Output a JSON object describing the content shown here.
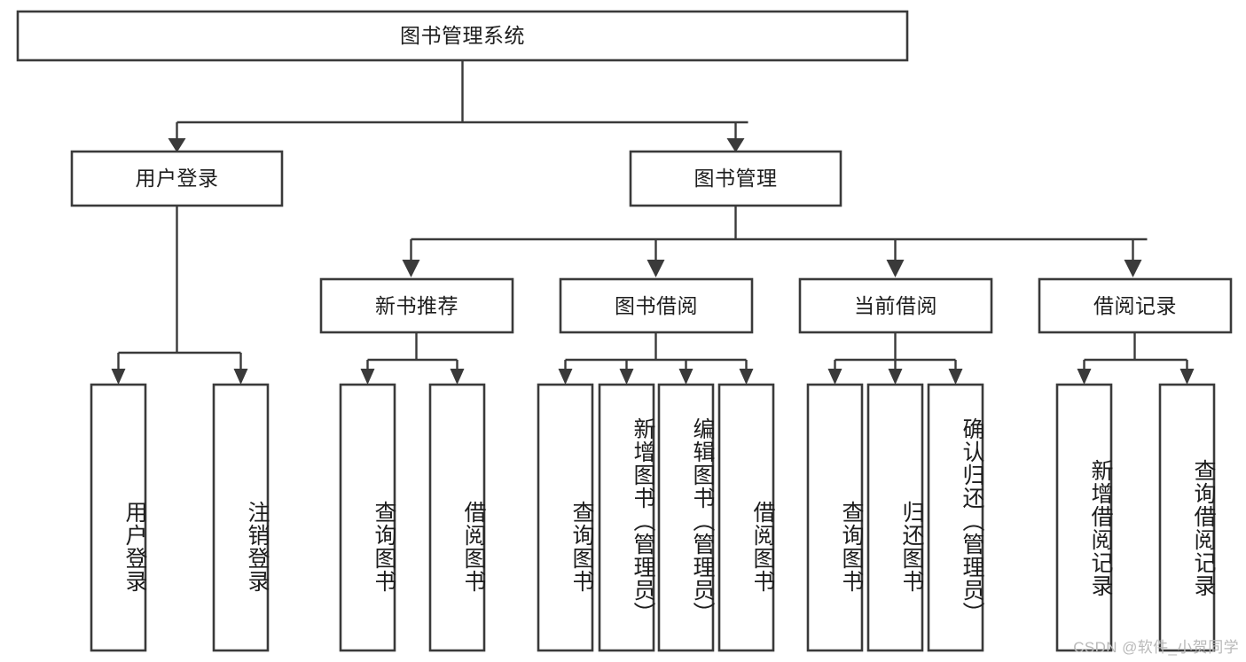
{
  "diagram": {
    "type": "tree",
    "title": "图书管理系统",
    "orientation": "top-down",
    "colors": {
      "box_fill": "#ffffff",
      "box_stroke": "#3a3a3a",
      "text": "#1d1d1d",
      "background": "#ffffff",
      "watermark": "#b9b9b9"
    },
    "levels": [
      {
        "level": 1,
        "nodes": [
          {
            "id": "root",
            "label": "图书管理系统",
            "orientation": "horizontal"
          }
        ]
      },
      {
        "level": 2,
        "nodes": [
          {
            "id": "user-login",
            "label": "用户登录",
            "orientation": "horizontal",
            "parent": "root"
          },
          {
            "id": "book-manage",
            "label": "图书管理",
            "orientation": "horizontal",
            "parent": "root"
          }
        ]
      },
      {
        "level": 3,
        "nodes": [
          {
            "id": "new-book-rec",
            "label": "新书推荐",
            "orientation": "horizontal",
            "parent": "book-manage"
          },
          {
            "id": "book-borrow",
            "label": "图书借阅",
            "orientation": "horizontal",
            "parent": "book-manage"
          },
          {
            "id": "current-borrow",
            "label": "当前借阅",
            "orientation": "horizontal",
            "parent": "book-manage"
          },
          {
            "id": "borrow-record",
            "label": "借阅记录",
            "orientation": "horizontal",
            "parent": "book-manage"
          }
        ]
      },
      {
        "level": 4,
        "nodes": [
          {
            "id": "leaf-1",
            "label": "用户登录",
            "orientation": "vertical",
            "parent": "user-login"
          },
          {
            "id": "leaf-2",
            "label": "注销登录",
            "orientation": "vertical",
            "parent": "user-login"
          },
          {
            "id": "leaf-3",
            "label": "查询图书",
            "orientation": "vertical",
            "parent": "new-book-rec"
          },
          {
            "id": "leaf-4",
            "label": "借阅图书",
            "orientation": "vertical",
            "parent": "new-book-rec"
          },
          {
            "id": "leaf-5",
            "label": "查询图书",
            "orientation": "vertical",
            "parent": "book-borrow"
          },
          {
            "id": "leaf-6",
            "label": "新增图书（管理员）",
            "orientation": "vertical",
            "parent": "book-borrow"
          },
          {
            "id": "leaf-7",
            "label": "编辑图书（管理员）",
            "orientation": "vertical",
            "parent": "book-borrow"
          },
          {
            "id": "leaf-8",
            "label": "借阅图书",
            "orientation": "vertical",
            "parent": "book-borrow"
          },
          {
            "id": "leaf-9",
            "label": "查询图书",
            "orientation": "vertical",
            "parent": "current-borrow"
          },
          {
            "id": "leaf-10",
            "label": "归还图书",
            "orientation": "vertical",
            "parent": "current-borrow"
          },
          {
            "id": "leaf-11",
            "label": "确认归还（管理员）",
            "orientation": "vertical",
            "parent": "current-borrow"
          },
          {
            "id": "leaf-12",
            "label": "新增借阅记录",
            "orientation": "vertical",
            "parent": "borrow-record"
          },
          {
            "id": "leaf-13",
            "label": "查询借阅记录",
            "orientation": "vertical",
            "parent": "borrow-record"
          }
        ]
      }
    ]
  },
  "watermark": {
    "text": "CSDN @软件_小贺同学"
  }
}
